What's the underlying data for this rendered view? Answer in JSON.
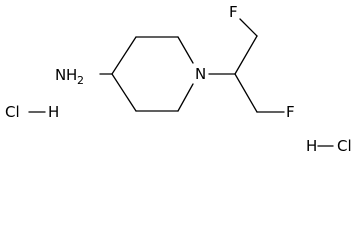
{
  "molecule": {
    "atoms": {
      "amine": {
        "symbol": "N",
        "hydrogens": "H",
        "count": "2"
      },
      "ring_nitrogen": "N",
      "fluorine_top": "F",
      "fluorine_bottom": "F"
    },
    "salts": [
      {
        "left": "Cl",
        "right": "H"
      },
      {
        "left": "H",
        "right": "Cl"
      }
    ]
  }
}
